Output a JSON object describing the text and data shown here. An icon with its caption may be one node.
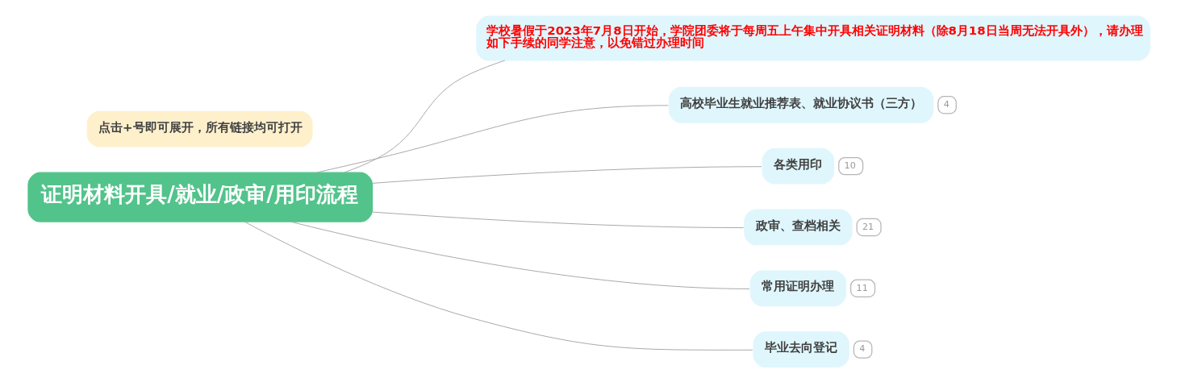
{
  "diagram": {
    "nodes": [
      {
        "text": [
          "证明材料开具/就业/政审/用印流程"
        ]
      },
      {
        "text": [
          "点击+号即可展开，所有链接均可打开"
        ]
      },
      {
        "text": [
          "学校暑假于2023年7月8日开始，学院团委将于每周五上午集中开具相关证明材料（除8月18日当周无法开具外），请办理如下手续的同学注意，以免错过办理时间"
        ]
      },
      {
        "text": [
          "高校毕业生就业推荐表、就业协议书（三方）"
        ],
        "beside": [
          "4"
        ]
      },
      {
        "text": [
          "各类用印"
        ],
        "beside": [
          "10"
        ]
      },
      {
        "text": [
          "政审、查档相关"
        ],
        "beside": [
          "21"
        ]
      },
      {
        "text": [
          "常用证明办理"
        ],
        "beside": [
          "11"
        ]
      },
      {
        "text": [
          "毕业去向登记"
        ],
        "beside": [
          "4"
        ]
      }
    ],
    "edges": [
      {
        "from": 0,
        "to": 2,
        "arrow": "none"
      },
      {
        "from": 0,
        "to": 3,
        "arrow": "none"
      },
      {
        "from": 0,
        "to": 4,
        "arrow": "none"
      },
      {
        "from": 0,
        "to": 5,
        "arrow": "none"
      },
      {
        "from": 0,
        "to": 6,
        "arrow": "none"
      },
      {
        "from": 0,
        "to": 7,
        "arrow": "none"
      }
    ]
  }
}
